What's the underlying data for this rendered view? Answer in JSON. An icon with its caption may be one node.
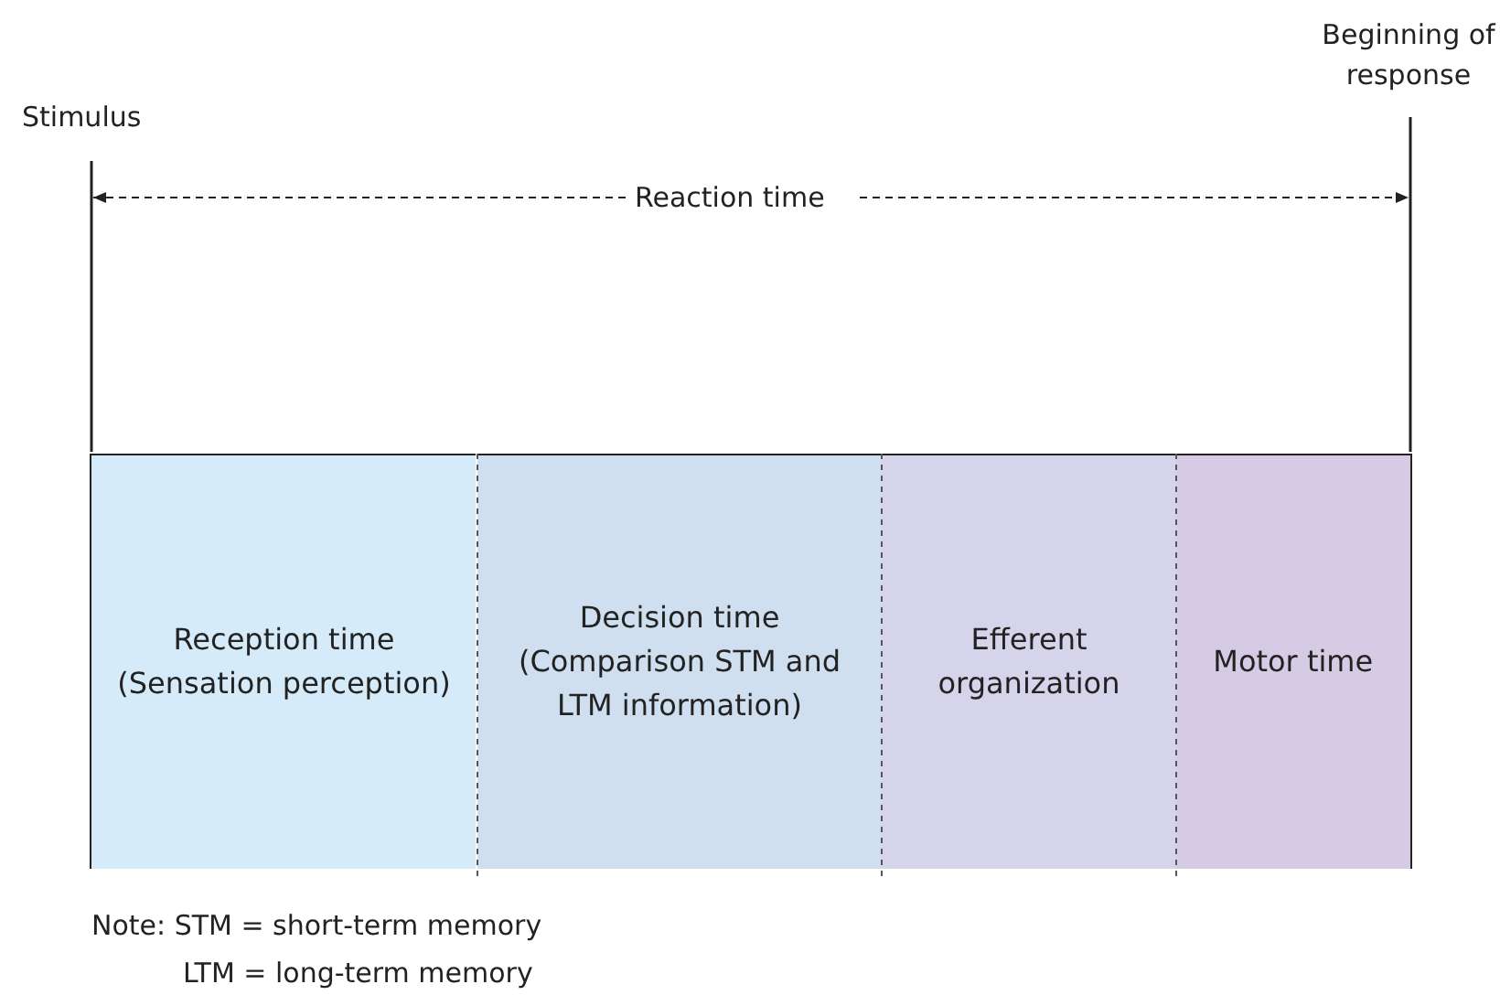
{
  "diagram": {
    "nodes": [
      {
        "text": [
          "Reception time",
          "(Sensation perception)"
        ]
      },
      {
        "text": [
          "Decision time",
          "(Comparison STM and LTM information)"
        ]
      },
      {
        "text": [
          "Efferent organization"
        ]
      },
      {
        "text": [
          "Motor time"
        ]
      }
    ],
    "labels": [
      "Stimulus",
      "Beginning of response",
      "Reaction time",
      "Note: STM = short-term memory",
      "LTM = long-term memory"
    ]
  }
}
